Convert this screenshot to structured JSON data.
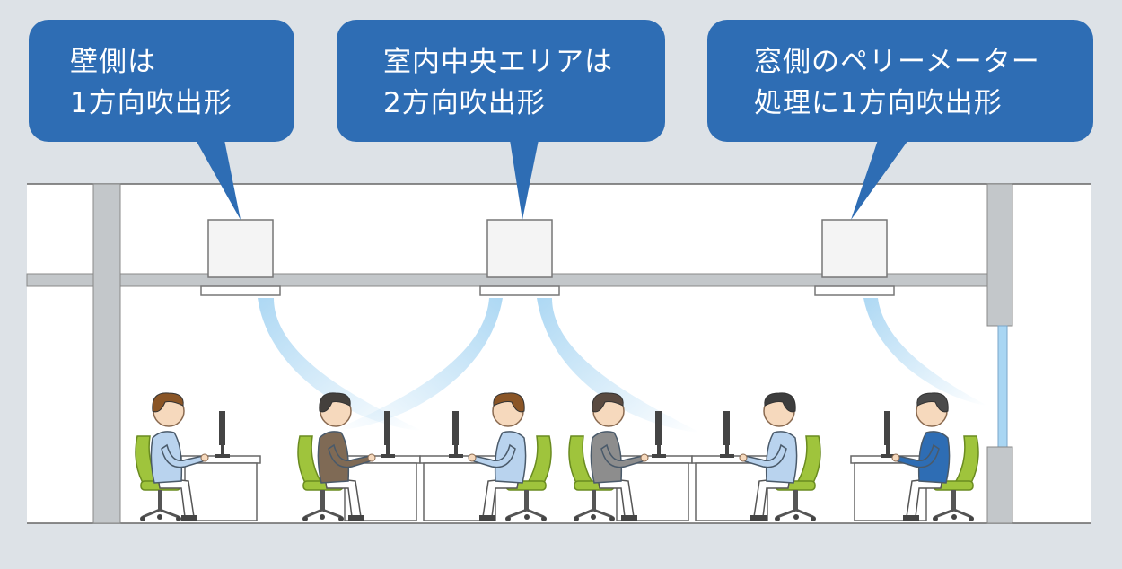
{
  "callouts": {
    "wall": {
      "line1": "壁側は",
      "line2": "1方向吹出形"
    },
    "center": {
      "line1": "室内中央エリアは",
      "line2": "2方向吹出形"
    },
    "window": {
      "line1": "窓側のペリーメーター",
      "line2": "処理に1方向吹出形"
    }
  },
  "colors": {
    "background": "#dde2e7",
    "callout": "#2e6db4",
    "airflow": "#a9d6f3",
    "room": "#ffffff",
    "structure": "#c3c7ca",
    "chair": "#9fc43c"
  },
  "scene": {
    "units": [
      {
        "type": "1-way",
        "airflow": [
          "right"
        ]
      },
      {
        "type": "2-way",
        "airflow": [
          "left",
          "right"
        ]
      },
      {
        "type": "1-way",
        "airflow": [
          "right"
        ]
      }
    ],
    "people": [
      {
        "suit": "#b9d3ee",
        "hair": "#8a5526",
        "facing": "right"
      },
      {
        "suit": "#7f6a55",
        "hair": "#44403c",
        "facing": "right"
      },
      {
        "suit": "#b9d3ee",
        "hair": "#8a5526",
        "facing": "left"
      },
      {
        "suit": "#8d8d8d",
        "hair": "#5a4a40",
        "facing": "right"
      },
      {
        "suit": "#b9d3ee",
        "hair": "#3d3d3d",
        "facing": "left"
      },
      {
        "suit": "#2e6db4",
        "hair": "#4a4a4a",
        "facing": "left"
      }
    ]
  }
}
